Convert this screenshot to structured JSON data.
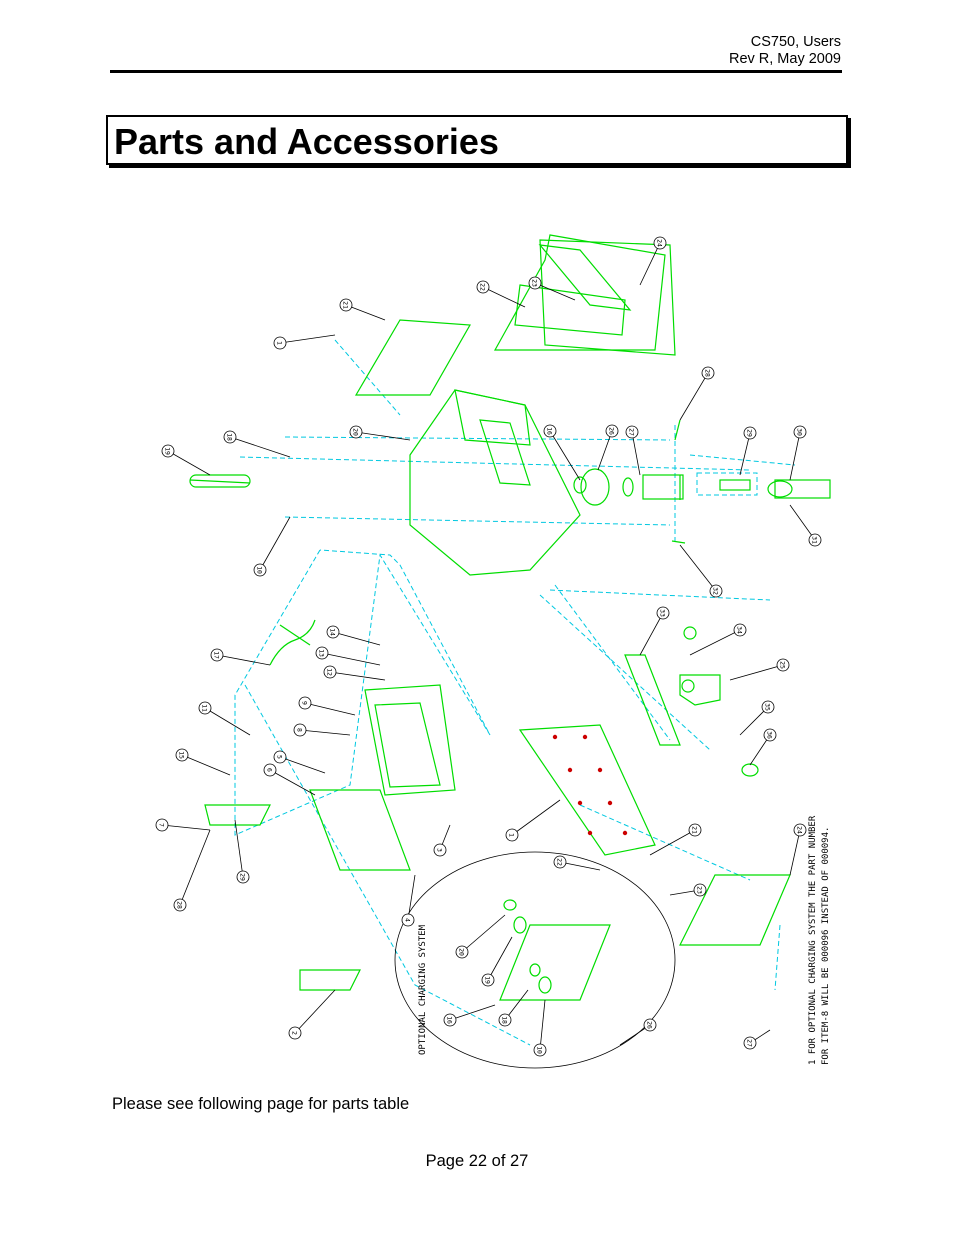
{
  "header": {
    "doc": "CS750, Users",
    "rev": "Rev R, May 2009"
  },
  "title": "Parts and Accessories",
  "drawing": {
    "callouts": [
      "1",
      "21",
      "22",
      "23",
      "24",
      "20",
      "19",
      "18",
      "10",
      "16",
      "26",
      "27",
      "28",
      "29",
      "30",
      "31",
      "32",
      "33",
      "34",
      "25",
      "35",
      "36",
      "17",
      "14",
      "13",
      "12",
      "11",
      "15",
      "7",
      "8",
      "9",
      "5",
      "6",
      "3",
      "4",
      "2"
    ],
    "vertical_labels": {
      "optional": "OPTIONAL CHARGING SYSTEM",
      "note_line1": "1 FOR OPTIONAL CHARGING SYSTEM THE PART NUMBER",
      "note_line2": "FOR ITEM-8 WILL BE 000096 INSTEAD OF 000094."
    },
    "colors": {
      "part": "#00dd00",
      "axis": "#00c8e0",
      "callout": "#000000"
    }
  },
  "footer_text": "Please see following page for parts table",
  "page_number": "Page 22 of 27"
}
